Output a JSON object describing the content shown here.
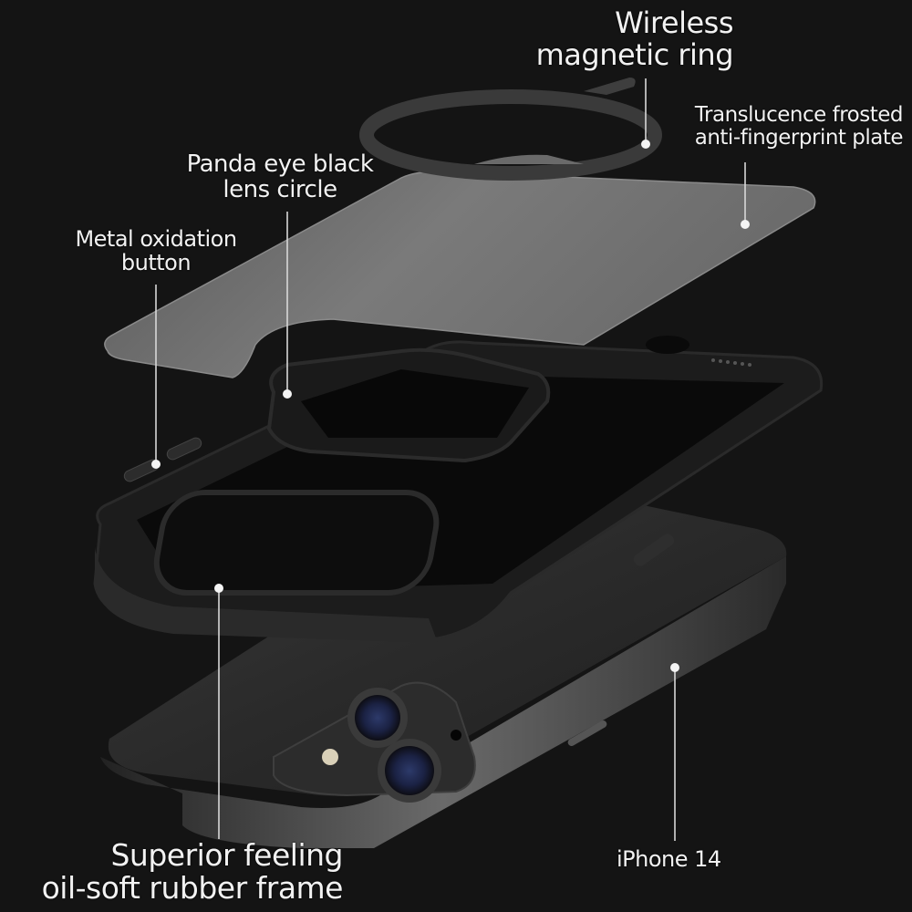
{
  "image": {
    "background_color": "#141414",
    "subject": "Exploded view of a black magnetic phone case over an iPhone 14",
    "callout_color": "#e8e8e8"
  },
  "labels": {
    "wireless_ring": {
      "line1": "Wireless",
      "line2": "magnetic ring"
    },
    "frosted_plate": {
      "line1": "Translucence frosted",
      "line2": "anti-fingerprint plate"
    },
    "lens_circle": {
      "line1": "Panda eye black",
      "line2": "lens circle"
    },
    "metal_button": {
      "line1": "Metal oxidation",
      "line2": "button"
    },
    "rubber_frame": {
      "line1": "Superior feeling",
      "line2": "oil-soft rubber frame"
    },
    "phone_model": {
      "line1": "iPhone 14"
    }
  },
  "components": [
    {
      "id": "magnetic-ring",
      "label_ref": "wireless_ring"
    },
    {
      "id": "frosted-plate",
      "label_ref": "frosted_plate"
    },
    {
      "id": "lens-circle",
      "label_ref": "lens_circle"
    },
    {
      "id": "metal-buttons",
      "label_ref": "metal_button"
    },
    {
      "id": "rubber-frame",
      "label_ref": "rubber_frame"
    },
    {
      "id": "phone",
      "label_ref": "phone_model"
    }
  ]
}
